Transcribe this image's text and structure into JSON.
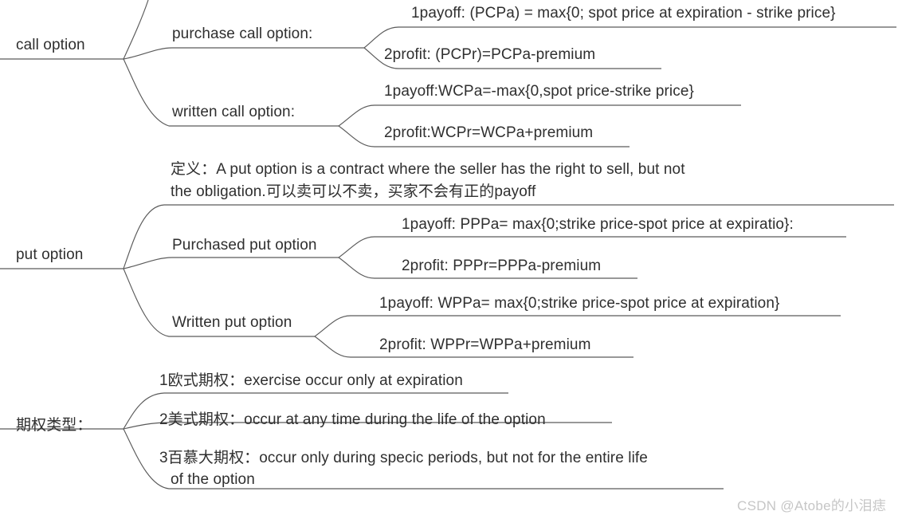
{
  "diagram": {
    "title": "Options mind map",
    "line_color": "#5a5a5a",
    "text_color": "#2f2f2f",
    "background": "#ffffff"
  },
  "branches": {
    "call_option": {
      "label": "call option",
      "children": {
        "purchase_call": {
          "label": "purchase call option:",
          "items": [
            "1payoff:  (PCPa) = max{0; spot price at expiration - strike price}",
            "2profit:  (PCPr)=PCPa-premium"
          ]
        },
        "written_call": {
          "label": "written call option:",
          "items": [
            "1payoff:WCPa=-max{0,spot price-strike price}",
            "2profit:WCPr=WCPa+premium"
          ]
        }
      }
    },
    "put_option": {
      "label": "put option",
      "definition_line1": "定义：A put option is a contract where the seller has the right to sell, but not",
      "definition_line2": "the obligation.可以卖可以不卖，买家不会有正的payoff",
      "children": {
        "purchased_put": {
          "label": "Purchased put option",
          "items": [
            "1payoff:  PPPa= max{0;strike price-spot price at expiratio}:",
            "2profit:  PPPr=PPPa-premium"
          ]
        },
        "written_put": {
          "label": "Written put option",
          "items": [
            "1payoff:  WPPa= max{0;strike price-spot price at expiration}",
            "2profit:  WPPr=WPPa+premium"
          ]
        }
      }
    },
    "option_types": {
      "label": "期权类型：",
      "items": [
        "1欧式期权：exercise occur only at expiration",
        "2美式期权：occur at any time during the life of the option",
        "3百慕大期权：occur only during specic periods, but not for the entire life",
        "of the option"
      ]
    }
  },
  "watermark": {
    "text": "CSDN @Atobe的小泪痣"
  }
}
